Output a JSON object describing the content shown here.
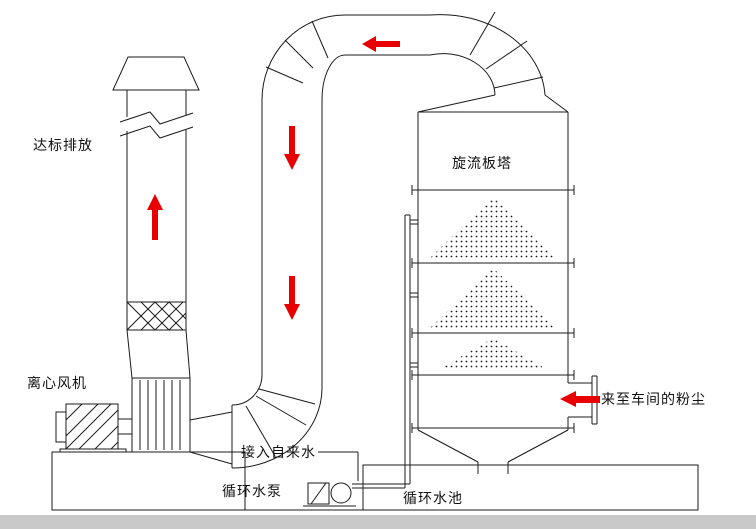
{
  "colors": {
    "line": "#1b1b1b",
    "flow_arrow": "#e80000",
    "background": "#ffffff",
    "footer_bar": "#c9c9c9"
  },
  "labels": {
    "emission": "达标排放",
    "tower": "旋流板塔",
    "fan": "离心风机",
    "tap_water": "接入自来水",
    "pump": "循环水泵",
    "pool": "循环水池",
    "dust_inlet": "来至车间的粉尘"
  }
}
